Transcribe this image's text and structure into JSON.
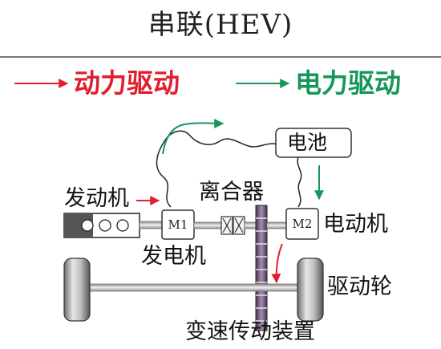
{
  "title": "串联(HEV)",
  "legend": {
    "mechanical_label": "动力驱动",
    "electrical_label": "电力驱动",
    "mechanical_color": "#e01e2d",
    "electrical_color": "#15965a"
  },
  "components": {
    "battery": "电池",
    "engine": "发动机",
    "clutch": "离合器",
    "motor_m2_label": "电动机",
    "generator_label": "发电机",
    "drive_wheel": "驱动轮",
    "transmission": "变速传动装置",
    "m1": "M1",
    "m2": "M2"
  }
}
